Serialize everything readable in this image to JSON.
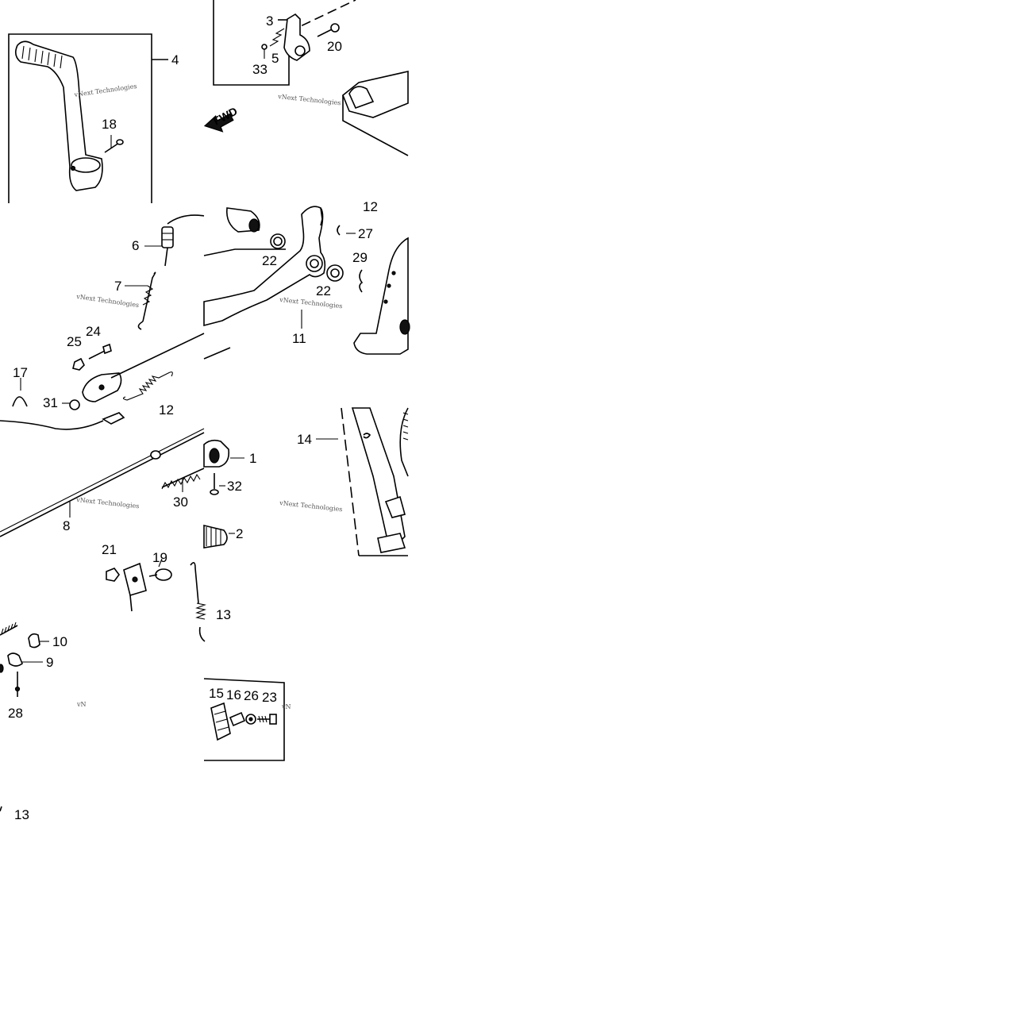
{
  "diagram": {
    "fwd_label": "FWD",
    "watermark": "vNext Technologies",
    "watermark_partial": "vN",
    "callouts": {
      "c1": "1",
      "c2": "2",
      "c3": "3",
      "c4": "4",
      "c5": "5",
      "c6": "6",
      "c7": "7",
      "c8": "8",
      "c9": "9",
      "c10": "10",
      "c11": "11",
      "c12a": "12",
      "c12b": "12",
      "c13a": "13",
      "c13b": "13",
      "c14": "14",
      "c15": "15",
      "c16": "16",
      "c17": "17",
      "c18": "18",
      "c19": "19",
      "c20": "20",
      "c21": "21",
      "c22a": "22",
      "c22b": "22",
      "c23": "23",
      "c24": "24",
      "c25": "25",
      "c26": "26",
      "c27": "27",
      "c28": "28",
      "c29": "29",
      "c30": "30",
      "c31": "31",
      "c32": "32",
      "c33": "33"
    }
  }
}
